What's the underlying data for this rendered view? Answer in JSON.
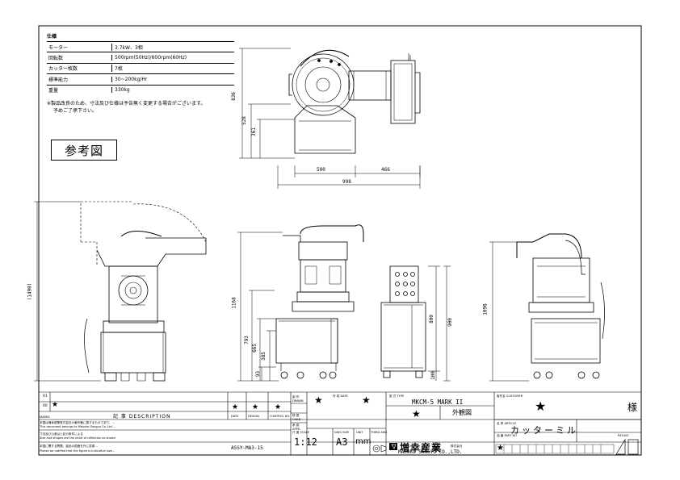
{
  "spec": {
    "title": "仕様",
    "rows": [
      {
        "label": "モーター",
        "value": "3.7kW、3相"
      },
      {
        "label": "回転数",
        "value": "500rpm(50Hz)/600rpm(60Hz)"
      },
      {
        "label": "カッター枚数",
        "value": "7枚"
      },
      {
        "label": "標準能力",
        "value": "30~200kg/Hr"
      },
      {
        "label": "重量",
        "value": "330kg"
      }
    ],
    "note_line1": "※製品改良のため、寸法及び仕様は予告無く変更する場合がございます。",
    "note_line2": "予めご了承下さい。"
  },
  "stamp": "参考図",
  "dimensions": {
    "top_836": "836",
    "top_528": "528",
    "top_361": "361",
    "top_500": "500",
    "top_466": "466",
    "top_998": "998",
    "left_1490": "(1490)",
    "front_1168": "1168",
    "front_793": "793",
    "front_665": "665",
    "front_385": "385",
    "front_93": "93",
    "front_800": "800",
    "front_900": "900",
    "front_100": "100",
    "right_1096": "1096"
  },
  "title_block": {
    "rev_01": "01",
    "rev_00": "00",
    "description_label": "記 事  DESCRIPTION",
    "marks_label": "MARKS",
    "date_label": "DATE",
    "design_label": "DESIGN",
    "control_label": "CONTROL NO.",
    "draw_label": "製 作 DRAWN",
    "check_label": "検 図 CHKD",
    "appd_label": "承 認 APPD",
    "date2_label": "作 成 DATE",
    "type_label": "型 式 TYPE",
    "type_value": "MKCM-5 MARK II",
    "customer_label": "客先名 CUSTOMER",
    "sama": "様",
    "article_label": "名 称 ARTICLE",
    "article_value": "カッターミル",
    "drawing_label": "外観図",
    "part_label": "品 番 PART NO",
    "revno_label": "REV.NO",
    "scale_label": "尺 度 SCALE",
    "scale_value": "1:12",
    "size_label": "DWG SIZE",
    "size_value": "A3",
    "unit_label": "UNIT",
    "unit_value": "mm",
    "third_label": "THIRD ANG",
    "drawing_no": "ASSY-MA3-15",
    "company_jp": "増幸産業",
    "company_suffix": "株式会社",
    "company_en": "MASUKO SANGYO CO.,LTD.",
    "star": "★",
    "copyright_1": "本図は増幸産業株式会社の著作権に属するものであり、…",
    "copyright_2": "This document belongs to Masuko Sangyo Co.,Ltd.…",
    "fine_1": "寸法及び公差は上記の条件による",
    "fine_2": "Size and shapes are the point of reflection as shown",
    "fine_3": "本図に関する問題、製品の図面を外に変更…",
    "fine_4": "Please be notified that the figure is indicative size…"
  }
}
